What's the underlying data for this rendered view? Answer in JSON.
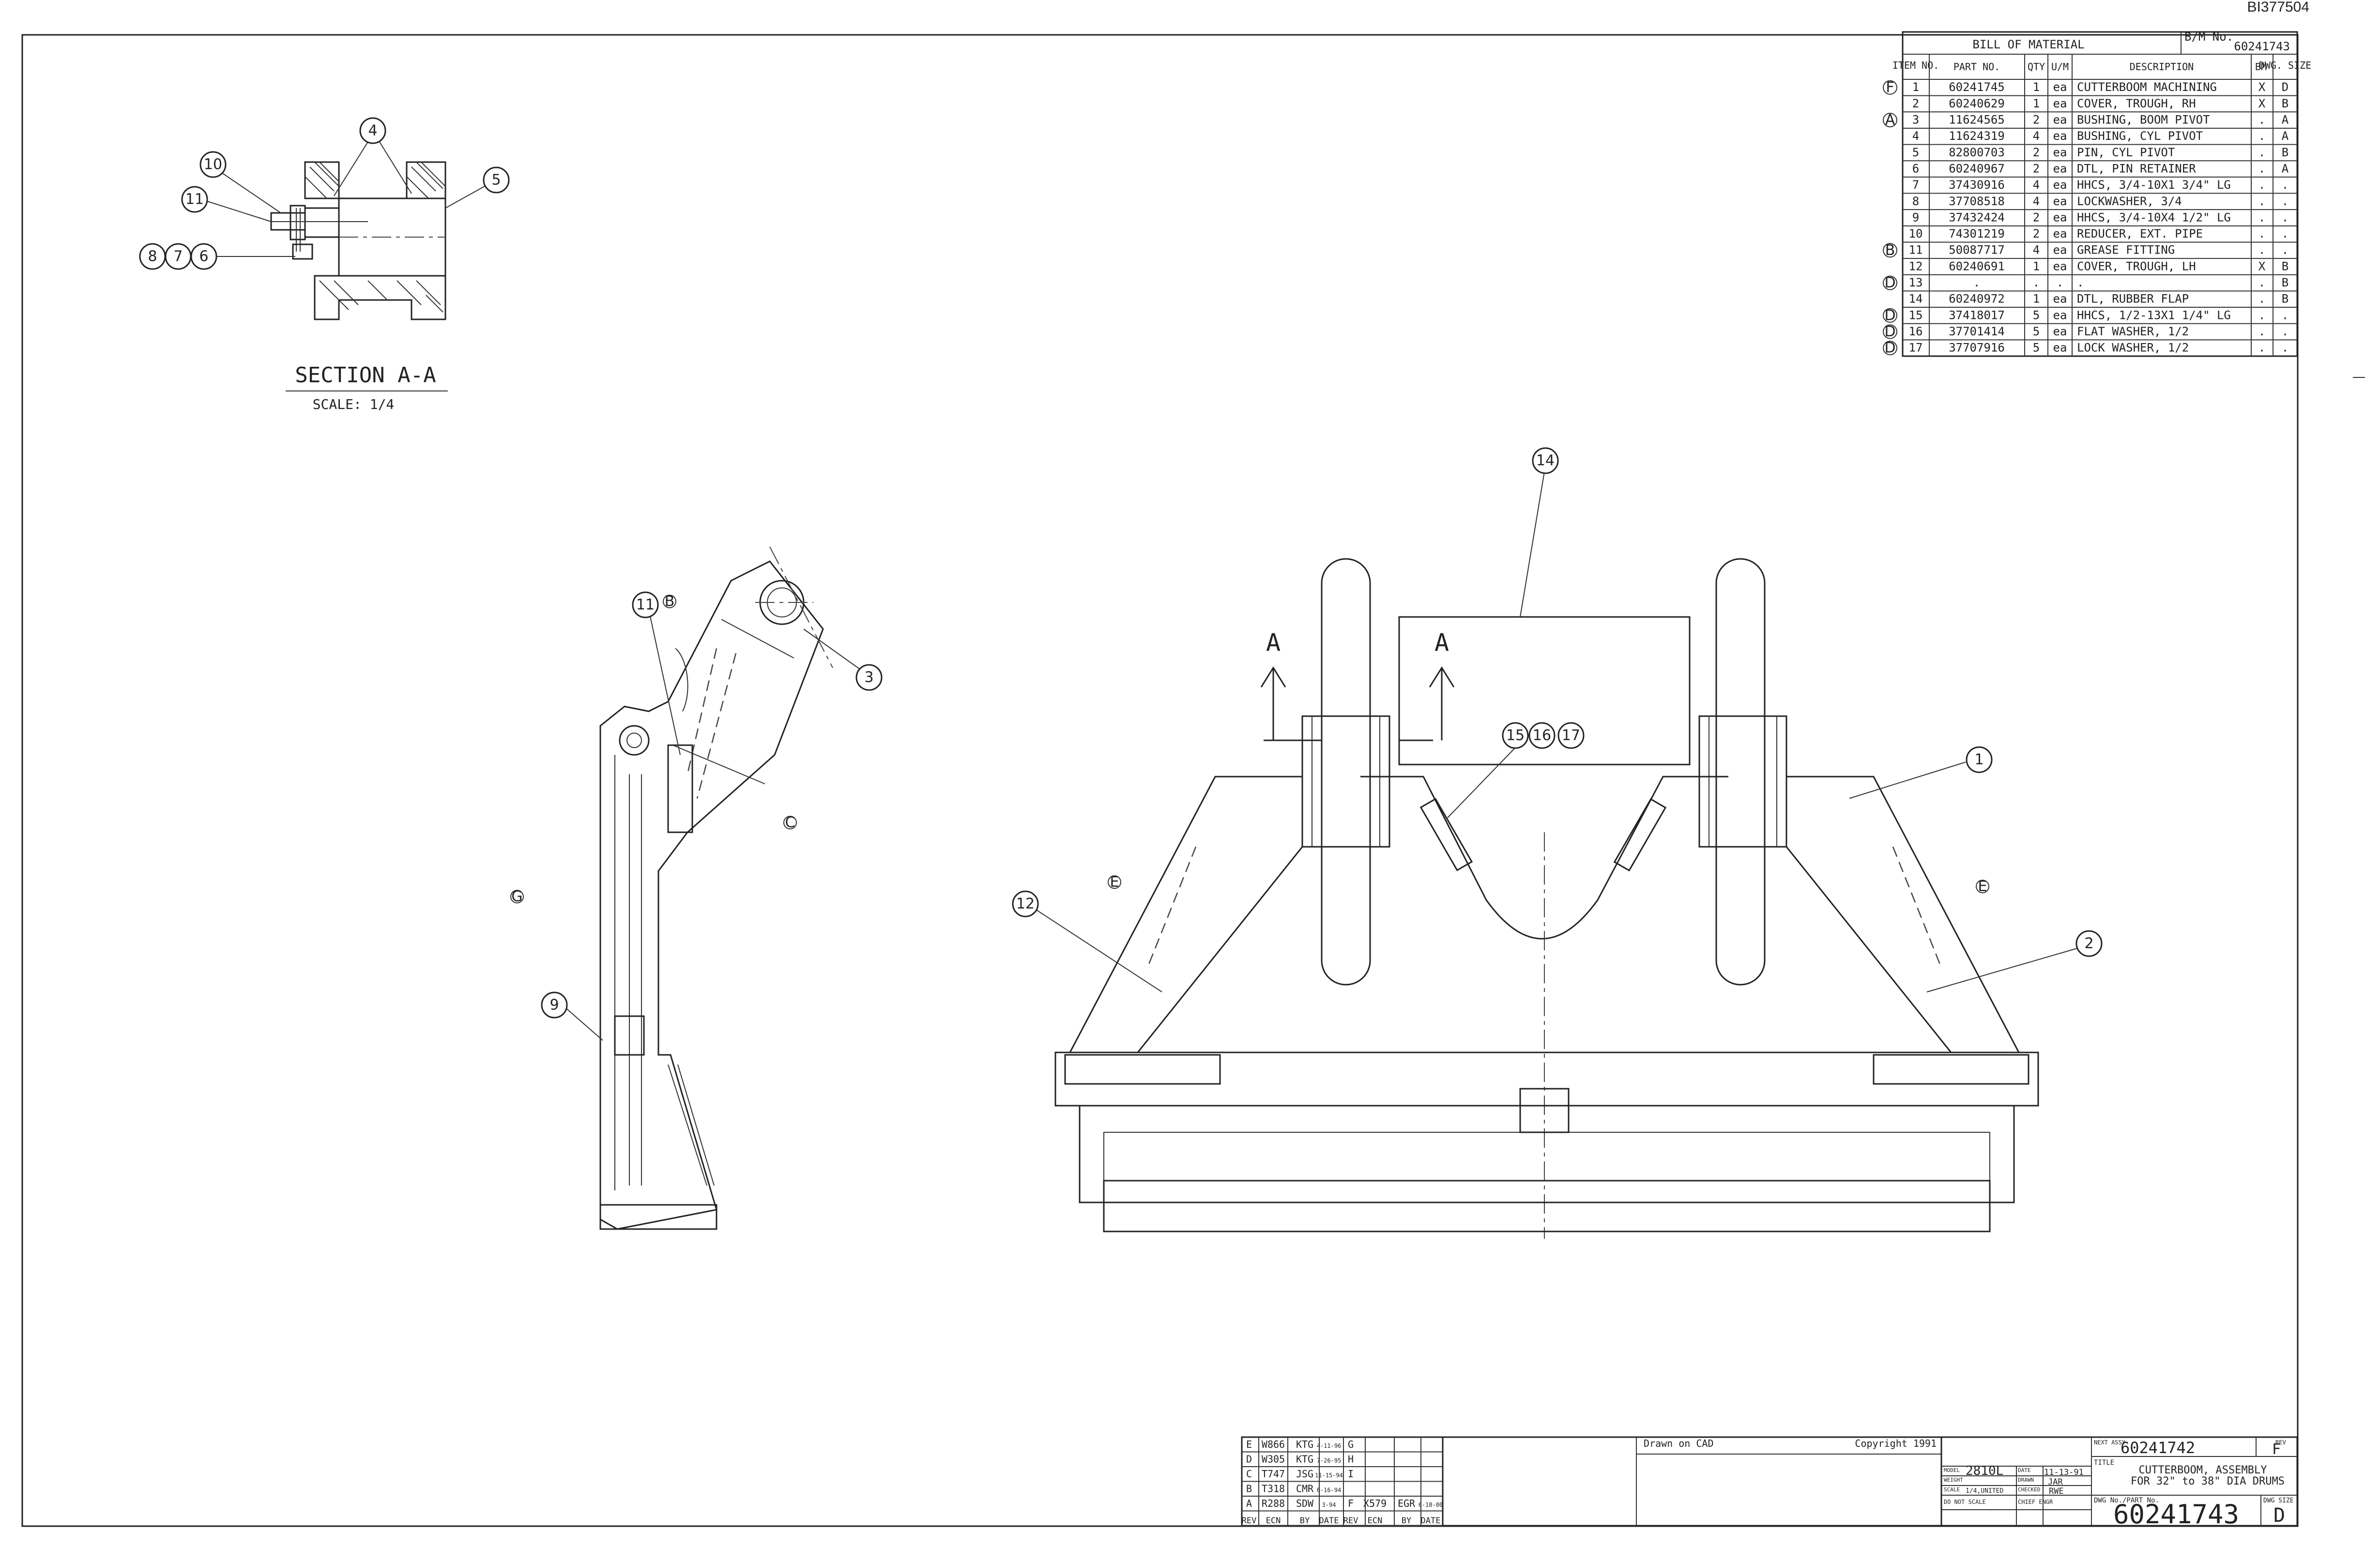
{
  "drawing_id": "BI377504",
  "section": {
    "title": "SECTION A-A",
    "scale": "SCALE: 1/4"
  },
  "section_marks": [
    "A",
    "A"
  ],
  "bom": {
    "title": "BILL OF MATERIAL",
    "bm_no_label": "B/M No.",
    "bm_no": "60241743",
    "headers": [
      "ITEM NO.",
      "PART NO.",
      "QTY",
      "U/M",
      "DESCRIPTION",
      "BM",
      "DWG. SIZE"
    ],
    "rows": [
      {
        "rev": "F",
        "item": "1",
        "part": "60241745",
        "qty": "1",
        "um": "ea",
        "desc": "CUTTERBOOM MACHINING",
        "bm": "X",
        "size": "D"
      },
      {
        "rev": "",
        "item": "2",
        "part": "60240629",
        "qty": "1",
        "um": "ea",
        "desc": "COVER, TROUGH, RH",
        "bm": "X",
        "size": "B"
      },
      {
        "rev": "A",
        "item": "3",
        "part": "11624565",
        "qty": "2",
        "um": "ea",
        "desc": "BUSHING, BOOM PIVOT",
        "bm": ".",
        "size": "A"
      },
      {
        "rev": "",
        "item": "4",
        "part": "11624319",
        "qty": "4",
        "um": "ea",
        "desc": "BUSHING, CYL PIVOT",
        "bm": ".",
        "size": "A"
      },
      {
        "rev": "",
        "item": "5",
        "part": "82800703",
        "qty": "2",
        "um": "ea",
        "desc": "PIN, CYL PIVOT",
        "bm": ".",
        "size": "B"
      },
      {
        "rev": "",
        "item": "6",
        "part": "60240967",
        "qty": "2",
        "um": "ea",
        "desc": "DTL, PIN RETAINER",
        "bm": ".",
        "size": "A"
      },
      {
        "rev": "",
        "item": "7",
        "part": "37430916",
        "qty": "4",
        "um": "ea",
        "desc": "HHCS, 3/4-10X1 3/4\" LG",
        "bm": ".",
        "size": "."
      },
      {
        "rev": "",
        "item": "8",
        "part": "37708518",
        "qty": "4",
        "um": "ea",
        "desc": "LOCKWASHER, 3/4",
        "bm": ".",
        "size": "."
      },
      {
        "rev": "",
        "item": "9",
        "part": "37432424",
        "qty": "2",
        "um": "ea",
        "desc": "HHCS, 3/4-10X4 1/2\" LG",
        "bm": ".",
        "size": "."
      },
      {
        "rev": "",
        "item": "10",
        "part": "74301219",
        "qty": "2",
        "um": "ea",
        "desc": "REDUCER, EXT. PIPE",
        "bm": ".",
        "size": "."
      },
      {
        "rev": "B",
        "item": "11",
        "part": "50087717",
        "qty": "4",
        "um": "ea",
        "desc": "GREASE FITTING",
        "bm": ".",
        "size": "."
      },
      {
        "rev": "",
        "item": "12",
        "part": "60240691",
        "qty": "1",
        "um": "ea",
        "desc": "COVER, TROUGH, LH",
        "bm": "X",
        "size": "B"
      },
      {
        "rev": "D",
        "item": "13",
        "part": ".",
        "qty": ".",
        "um": ".",
        "desc": ".",
        "bm": ".",
        "size": "B"
      },
      {
        "rev": "",
        "item": "14",
        "part": "60240972",
        "qty": "1",
        "um": "ea",
        "desc": "DTL, RUBBER FLAP",
        "bm": ".",
        "size": "B"
      },
      {
        "rev": "D",
        "item": "15",
        "part": "37418017",
        "qty": "5",
        "um": "ea",
        "desc": "HHCS, 1/2-13X1 1/4\" LG",
        "bm": ".",
        "size": "."
      },
      {
        "rev": "D",
        "item": "16",
        "part": "37701414",
        "qty": "5",
        "um": "ea",
        "desc": "FLAT WASHER, 1/2",
        "bm": ".",
        "size": "."
      },
      {
        "rev": "D",
        "item": "17",
        "part": "37707916",
        "qty": "5",
        "um": "ea",
        "desc": "LOCK WASHER, 1/2",
        "bm": ".",
        "size": "."
      }
    ]
  },
  "callouts": {
    "section": [
      "10",
      "11",
      "4",
      "5",
      "8",
      "7",
      "6"
    ],
    "side": [
      "11",
      "3",
      "9"
    ],
    "front": [
      "14",
      "15",
      "16",
      "17",
      "1",
      "2",
      "12"
    ],
    "rev_marks": [
      "B",
      "C",
      "G",
      "E",
      "E"
    ]
  },
  "revisions": {
    "left": [
      {
        "rev": "E",
        "ecn": "W866",
        "by": "KTG",
        "date": "4-11-96"
      },
      {
        "rev": "D",
        "ecn": "W305",
        "by": "KTG",
        "date": "7-26-95"
      },
      {
        "rev": "C",
        "ecn": "T747",
        "by": "JSG",
        "date": "11-15-94"
      },
      {
        "rev": "B",
        "ecn": "T318",
        "by": "CMR",
        "date": "6-16-94"
      },
      {
        "rev": "A",
        "ecn": "R288",
        "by": "SDW",
        "date": "3-94"
      }
    ],
    "right": [
      {
        "rev": "G",
        "ecn": "",
        "by": "",
        "date": ""
      },
      {
        "rev": "H",
        "ecn": "",
        "by": "",
        "date": ""
      },
      {
        "rev": "I",
        "ecn": "",
        "by": "",
        "date": ""
      },
      {
        "rev": "F",
        "ecn": "X579",
        "by": "EGR",
        "date": "6-18-00"
      }
    ],
    "headers": [
      "REV",
      "ECN",
      "BY",
      "DATE",
      "REV",
      "ECN",
      "BY",
      "DATE"
    ]
  },
  "notes": {
    "cad": "Drawn on CAD",
    "copyright": "Copyright 1991"
  },
  "title_block": {
    "next_assy_label": "NEXT ASSY.",
    "next_assy": "60241742",
    "rev_label": "REV",
    "rev": "F",
    "title_label": "TITLE",
    "title_line1": "CUTTERBOOM, ASSEMBLY",
    "title_line2": "FOR 32\" to 38\" DIA DRUMS",
    "model_label": "MODEL",
    "model": "2810L",
    "date_label": "DATE",
    "date": "11-13-91",
    "weight_label": "WEIGHT",
    "drawn_label": "DRAWN",
    "drawn": "JAR",
    "scale_label": "SCALE",
    "scale": "1/4,UNITED",
    "checked_label": "CHECKED",
    "checked": "RWE",
    "noscale_label": "DO NOT SCALE",
    "chief_label": "CHIEF ENGR",
    "dwg_label": "DWG No./PART No.",
    "dwg_no": "60241743",
    "size_label": "DWG SIZE",
    "size": "D"
  }
}
